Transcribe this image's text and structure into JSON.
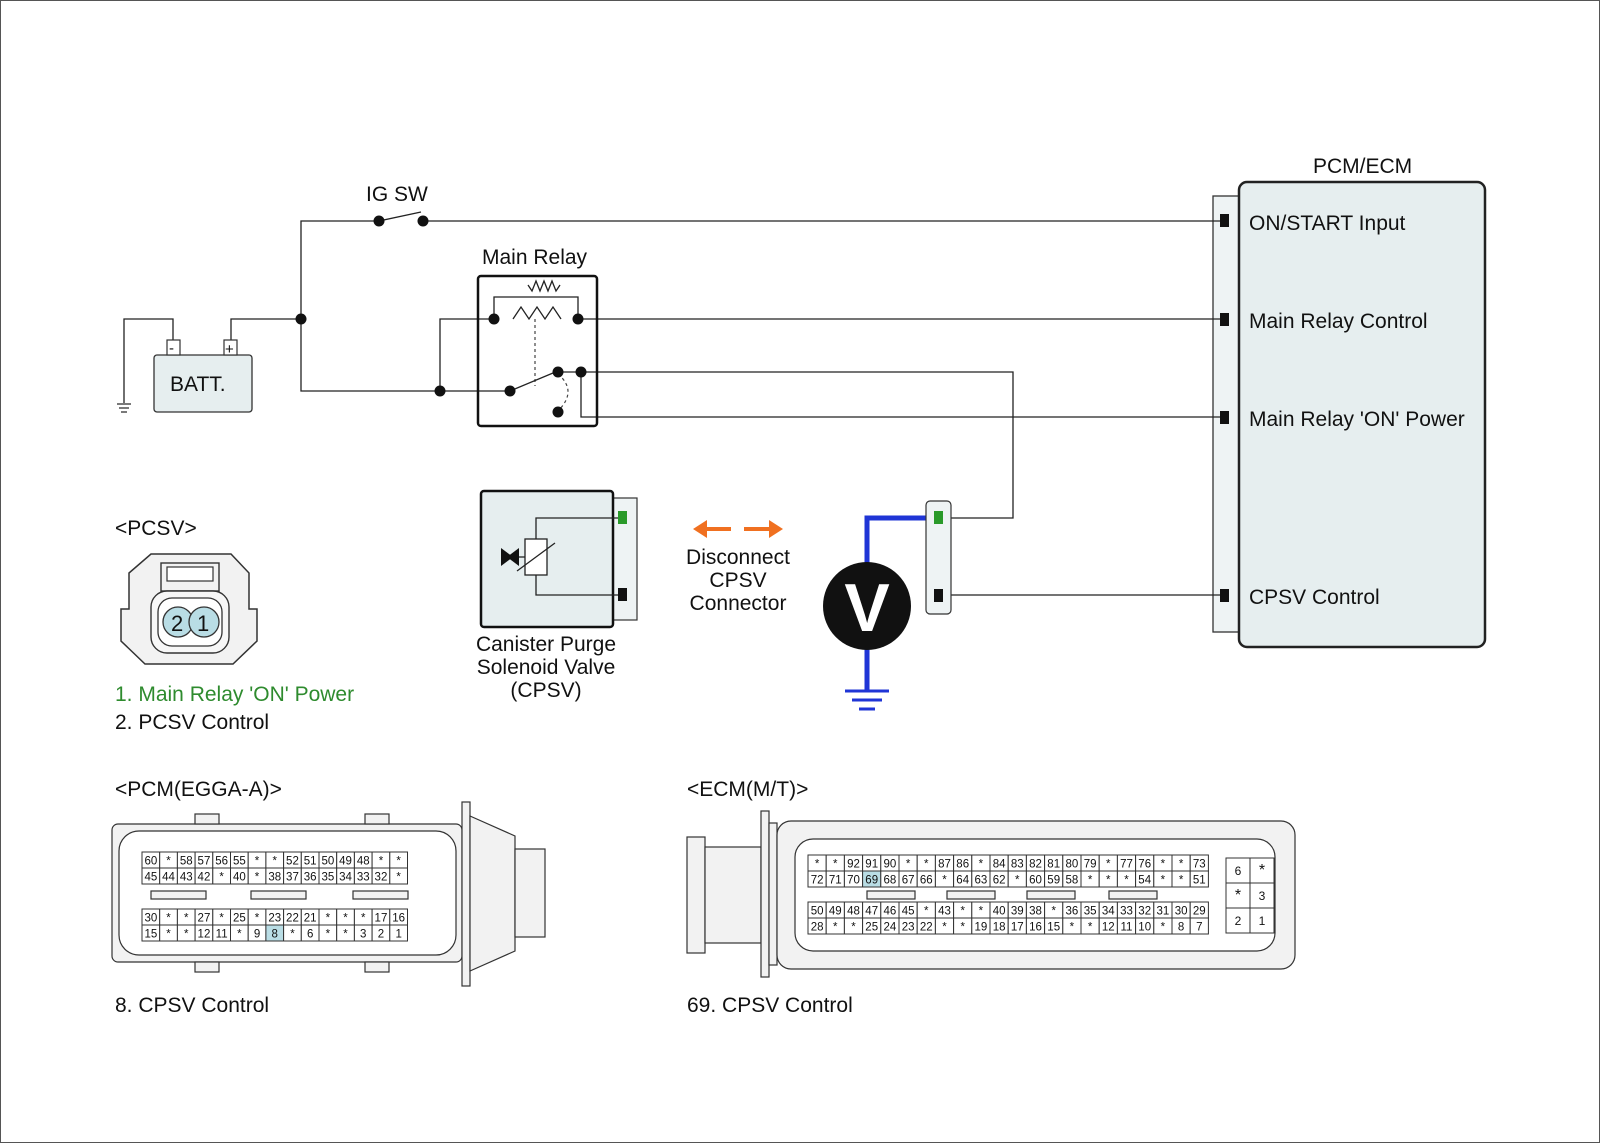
{
  "ig_sw": "IG SW",
  "main_relay": "Main Relay",
  "batt": "BATT.",
  "batt_minus": "-",
  "batt_plus": "+",
  "pcm_ecm": {
    "title": "PCM/ECM",
    "pins": [
      "ON/START Input",
      "Main Relay Control",
      "Main Relay 'ON' Power",
      "CPSV Control"
    ]
  },
  "pcsv": {
    "title": "<PCSV>",
    "pin_labels": [
      "2",
      "1"
    ],
    "legend": [
      "1. Main Relay 'ON' Power",
      "2. PCSV Control"
    ],
    "legend_colors": [
      "#2e8b2e",
      "#111111"
    ]
  },
  "cpsv_label": [
    "Canister Purge",
    "Solenoid Valve",
    "(CPSV)"
  ],
  "disconnect_label": [
    "Disconnect",
    "CPSV",
    "Connector"
  ],
  "voltmeter": "V",
  "colors": {
    "probe": "#1f35d6",
    "arrow": "#f07020",
    "highlight": "#b9dde5",
    "green_pin": "#2a9a2a",
    "ecm_fill": "#e6eeef"
  },
  "pcm_connector": {
    "title": "<PCM(EGGA-A)>",
    "rows": [
      [
        "60",
        "*",
        "58",
        "57",
        "56",
        "55",
        "*",
        "*",
        "52",
        "51",
        "50",
        "49",
        "48",
        "*",
        "*"
      ],
      [
        "45",
        "44",
        "43",
        "42",
        "*",
        "40",
        "*",
        "38",
        "37",
        "36",
        "35",
        "34",
        "33",
        "32",
        "*"
      ],
      [
        "30",
        "*",
        "*",
        "27",
        "*",
        "25",
        "*",
        "23",
        "22",
        "21",
        "*",
        "*",
        "*",
        "17",
        "16"
      ],
      [
        "15",
        "*",
        "*",
        "12",
        "11",
        "*",
        "9",
        "8",
        "*",
        "6",
        "*",
        "*",
        "3",
        "2",
        "1"
      ]
    ],
    "highlight": "8",
    "caption": "8. CPSV Control"
  },
  "ecm_connector": {
    "title": "<ECM(M/T)>",
    "rows": [
      [
        "*",
        "*",
        "92",
        "91",
        "90",
        "*",
        "*",
        "87",
        "86",
        "*",
        "84",
        "83",
        "82",
        "81",
        "80",
        "79",
        "*",
        "77",
        "76",
        "*",
        "*",
        "73"
      ],
      [
        "72",
        "71",
        "70",
        "69",
        "68",
        "67",
        "66",
        "*",
        "64",
        "63",
        "62",
        "*",
        "60",
        "59",
        "58",
        "*",
        "*",
        "*",
        "54",
        "*",
        "*",
        "51"
      ],
      [
        "50",
        "49",
        "48",
        "47",
        "46",
        "45",
        "*",
        "43",
        "*",
        "*",
        "40",
        "39",
        "38",
        "*",
        "36",
        "35",
        "34",
        "33",
        "32",
        "31",
        "30",
        "29"
      ],
      [
        "28",
        "*",
        "*",
        "25",
        "24",
        "23",
        "22",
        "*",
        "*",
        "19",
        "18",
        "17",
        "16",
        "15",
        "*",
        "*",
        "12",
        "11",
        "10",
        "*",
        "8",
        "7"
      ]
    ],
    "small_block": [
      [
        "6",
        "*"
      ],
      [
        "*",
        "3"
      ],
      [
        "2",
        "1"
      ]
    ],
    "highlight": "69",
    "caption": "69. CPSV Control"
  }
}
